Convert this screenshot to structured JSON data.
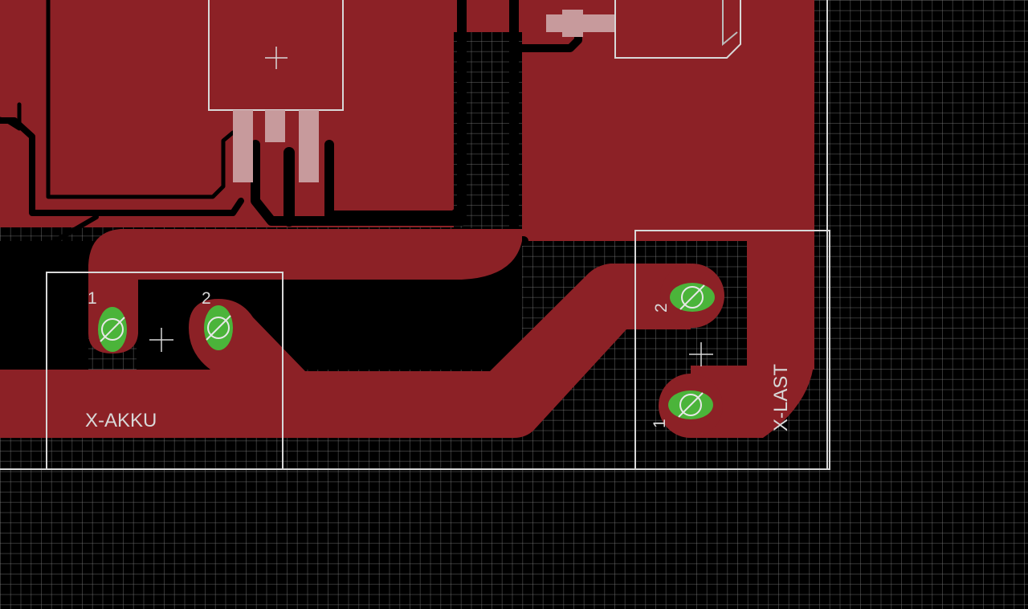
{
  "colors": {
    "background": "#000000",
    "copper_top": "#8c2126",
    "pad_via": "#4bb43a",
    "silkscreen": "#d8d8d8"
  },
  "connectors": {
    "x_akku": {
      "label": "X-AKKU",
      "pin1": "1",
      "pin2": "2"
    },
    "x_last": {
      "label": "X-LAST",
      "pin1": "1",
      "pin2": "2"
    }
  }
}
